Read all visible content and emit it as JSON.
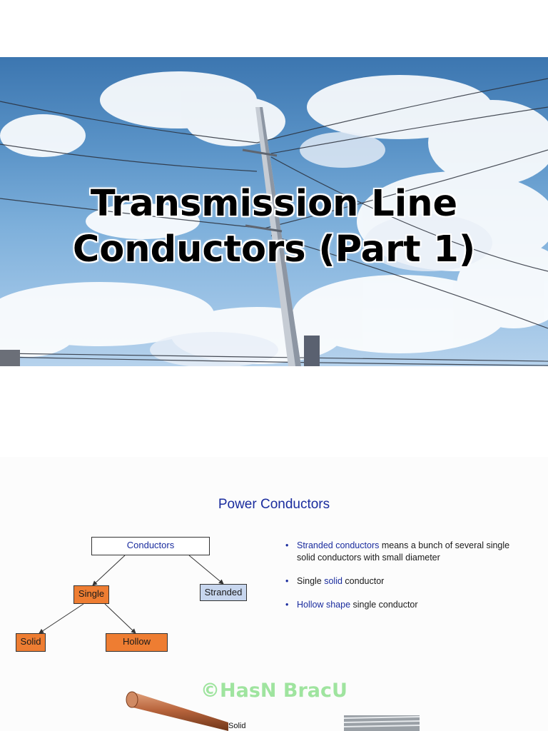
{
  "slide1": {
    "title_line1": "Transmission Line",
    "title_line2": "Conductors (Part 1)"
  },
  "slide2": {
    "title": "Power Conductors",
    "tree": {
      "root": "Conductors",
      "single": "Single",
      "stranded": "Stranded",
      "solid": "Solid",
      "hollow": "Hollow"
    },
    "bullets": [
      {
        "highlight": "Stranded conductors",
        "text": " means a bunch of several single solid conductors with small diameter"
      },
      {
        "prefix": "Single ",
        "highlight": "solid",
        "text": " conductor"
      },
      {
        "highlight": "Hollow shape",
        "text": " single conductor"
      }
    ],
    "watermark": "©HasN BracU",
    "image_label": "Solid"
  },
  "colors": {
    "accent_blue": "#1a2c9e",
    "box_orange": "#ee7d32",
    "box_light_blue": "#c7d6ee",
    "watermark_green": "#8fe08f"
  }
}
